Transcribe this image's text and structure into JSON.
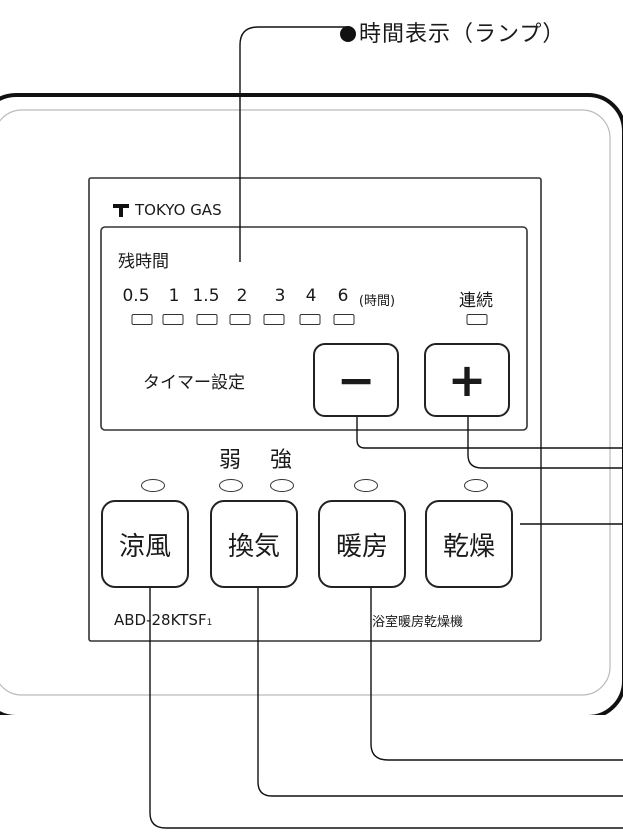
{
  "callout": {
    "lamp_label": "時間表示（ランプ）"
  },
  "panel": {
    "brand": "TOKYO GAS",
    "remaining_label": "残時間",
    "hour_lamps": [
      {
        "label": "0.5"
      },
      {
        "label": "1"
      },
      {
        "label": "1.5"
      },
      {
        "label": "2"
      },
      {
        "label": "3"
      },
      {
        "label": "4"
      },
      {
        "label": "6"
      }
    ],
    "hours_unit": "(時間)",
    "continuous_label": "連続",
    "timer_label": "タイマー設定",
    "minus_label": "−",
    "plus_label": "+",
    "weak_label": "弱",
    "strong_label": "強",
    "buttons": [
      {
        "label": "涼風"
      },
      {
        "label": "換気"
      },
      {
        "label": "暖房"
      },
      {
        "label": "乾燥"
      }
    ],
    "model": "ABD-28KTSF",
    "model_suffix": "1",
    "product": "浴室暖房乾燥機"
  }
}
